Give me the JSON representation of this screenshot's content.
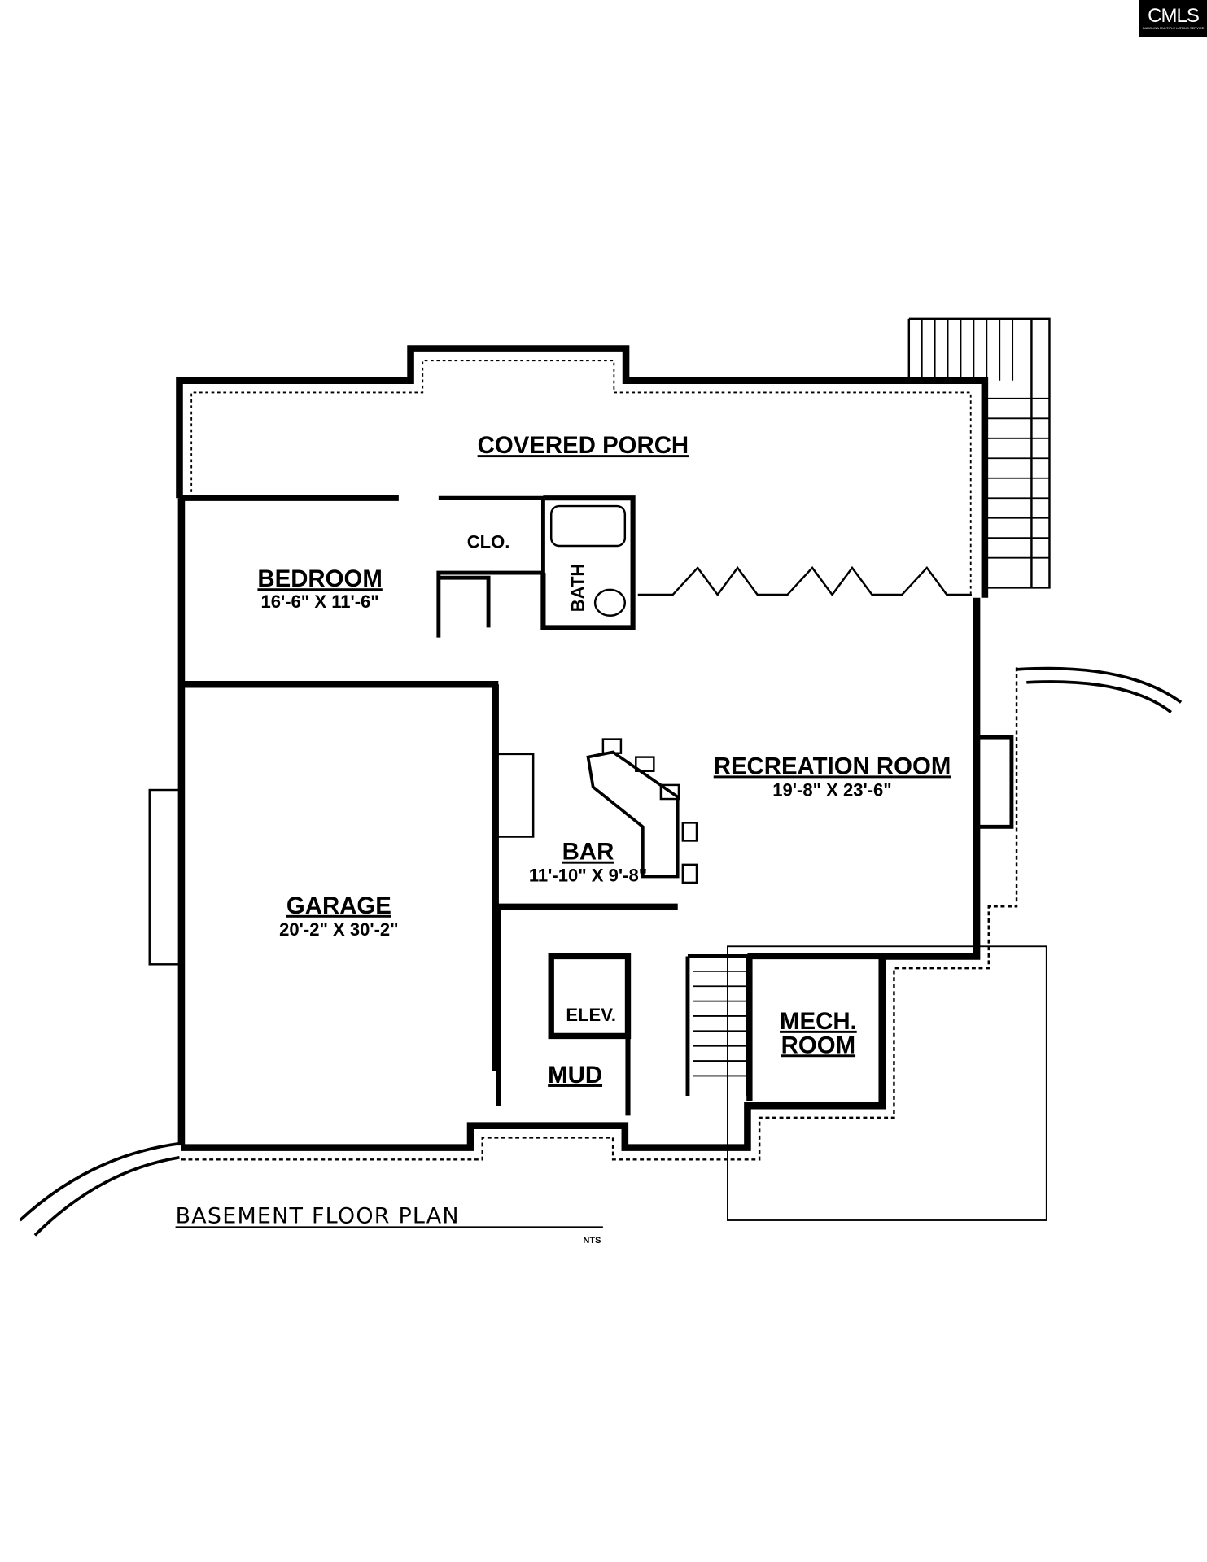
{
  "logo": {
    "text": "CMLS",
    "subtext": "CAROLINA MULTIPLE LISTING SERVICE"
  },
  "plan": {
    "title": "BASEMENT FLOOR PLAN",
    "scale_note": "NTS",
    "rooms": [
      {
        "name": "COVERED PORCH",
        "dims": ""
      },
      {
        "name": "BEDROOM",
        "dims": "16'-6\" X 11'-6\""
      },
      {
        "name": "CLO.",
        "dims": ""
      },
      {
        "name": "BATH",
        "dims": ""
      },
      {
        "name": "RECREATION ROOM",
        "dims": "19'-8\" X 23'-6\""
      },
      {
        "name": "BAR",
        "dims": "11'-10\" X 9'-8\""
      },
      {
        "name": "GARAGE",
        "dims": "20'-2\" X 30'-2\""
      },
      {
        "name": "ELEV.",
        "dims": ""
      },
      {
        "name": "MUD",
        "dims": ""
      },
      {
        "name": "MECH.",
        "dims": "ROOM"
      }
    ]
  }
}
